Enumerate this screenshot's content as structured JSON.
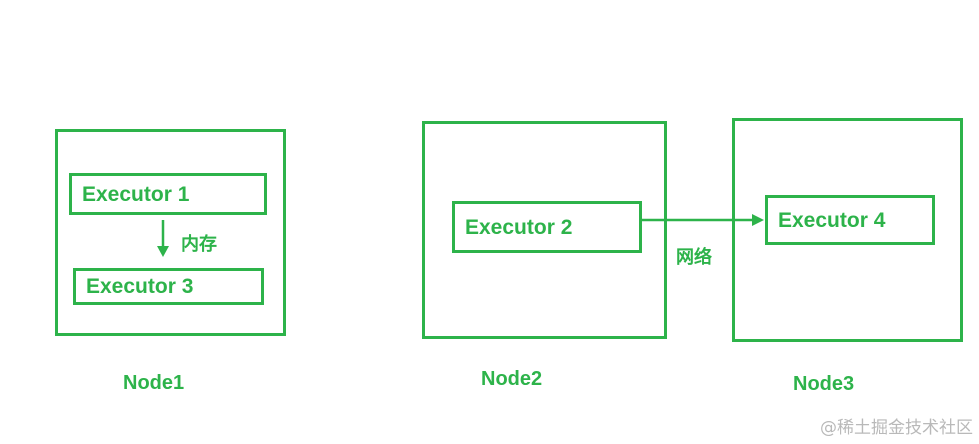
{
  "nodes": [
    {
      "label": "Node1"
    },
    {
      "label": "Node2"
    },
    {
      "label": "Node3"
    }
  ],
  "executors": {
    "e1": "Executor 1",
    "e2": "Executor 2",
    "e3": "Executor 3",
    "e4": "Executor 4"
  },
  "edges": {
    "memory_label": "内存",
    "network_label": "网络"
  },
  "watermark": "@稀土掘金技术社区",
  "colors": {
    "accent": "#2db34a",
    "watermark": "#b9b9b9",
    "background": "#ffffff"
  }
}
